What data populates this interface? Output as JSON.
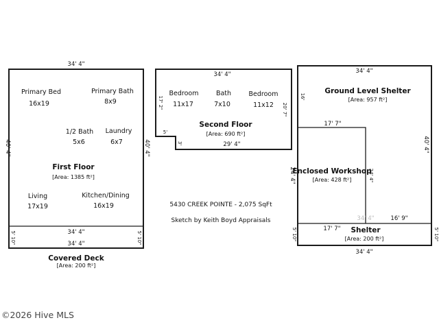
{
  "first_floor": {
    "top_dim": "34' 4\"",
    "left_dim": "40' 4\"",
    "right_dim": "40' 4\"",
    "title": "First Floor",
    "area": "[Area: 1385 ft²]",
    "rooms": [
      {
        "name": "Primary Bed",
        "size": "16x19"
      },
      {
        "name": "Primary Bath",
        "size": "8x9"
      },
      {
        "name": "1/2 Bath",
        "size": "5x6"
      },
      {
        "name": "Laundry",
        "size": "6x7"
      },
      {
        "name": "Living",
        "size": "17x19"
      },
      {
        "name": "Kitchen/Dining",
        "size": "16x19"
      }
    ]
  },
  "covered_deck": {
    "title": "Covered Deck",
    "area": "[Area: 200 ft²]",
    "top_dim": "34' 4\"",
    "bottom_dim": "34' 4\"",
    "left_dim": "5' 10\"",
    "right_dim": "5' 10\""
  },
  "second_floor": {
    "top_dim": "34' 4\"",
    "bottom_dim": "29' 4\"",
    "left_dim": "17' 2\"",
    "right_dim": "20' 7\"",
    "notch_w_dim": "5'",
    "notch_h_dim": "3'",
    "title": "Second Floor",
    "area": "[Area: 690 ft²]",
    "rooms": [
      {
        "name": "Bedroom",
        "size": "11x17"
      },
      {
        "name": "Bath",
        "size": "7x10"
      },
      {
        "name": "Bedroom",
        "size": "11x12"
      }
    ]
  },
  "ground_shelter": {
    "top_dim": "34' 4\"",
    "left_dim": "16'",
    "right_dim": "40' 4\"",
    "title": "Ground Level Shelter",
    "area": "[Area: 957 ft²]"
  },
  "workshop": {
    "top_dim": "17' 7\"",
    "left_dim": "24' 4\"",
    "right_dim": "24' 4\"",
    "bottom_faint_dim": "34' 4\"",
    "title": "Enclosed Workshop",
    "area": "[Area: 428 ft²]"
  },
  "shelter": {
    "title": "Shelter",
    "area": "[Area: 200 ft²]",
    "inner_left_dim": "17' 7\"",
    "inner_right_dim": "16' 9\"",
    "bottom_dim": "34' 4\"",
    "left_dim": "5' 10\"",
    "right_dim": "5' 10\""
  },
  "info": {
    "address": "5430 CREEK POINTE - 2,075 SqFt",
    "sketch_by": "Sketch by Keith Boyd Appraisals"
  },
  "watermark": "©2026 Hive MLS"
}
